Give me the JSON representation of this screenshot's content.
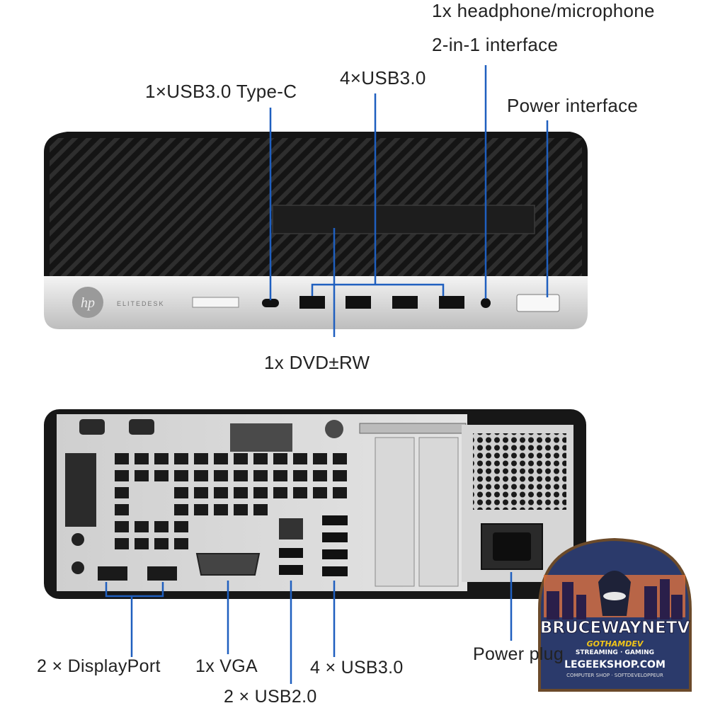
{
  "front_labels": {
    "headphone_line1": "1x headphone/microphone",
    "headphone_line2": "2-in-1 interface",
    "usb_c": "1×USB3.0 Type-C",
    "usb3_front": "4×USB3.0",
    "power_interface": "Power interface",
    "dvd": "1x DVD±RW"
  },
  "rear_labels": {
    "displayport": "2 × DisplayPort",
    "vga": "1x VGA",
    "usb2": "2 × USB2.0",
    "usb3_rear": "4 × USB3.0",
    "power_plug": "Power plug"
  },
  "device": {
    "brand_logo": "hp",
    "model_text": "ELITEDESK"
  },
  "watermark": {
    "title": "BRUCEWAYNETV",
    "subtitle": "GOTHAMDEV",
    "tagline": "STREAMING · GAMING",
    "site": "LEGEEKSHOP.COM",
    "footer": "COMPUTER SHOP · SOFTDEVELOPPEUR"
  },
  "colors": {
    "leader_line": "#1f5fbf",
    "case_black": "#1b1b1b",
    "case_silver": "#d9d9d9"
  }
}
